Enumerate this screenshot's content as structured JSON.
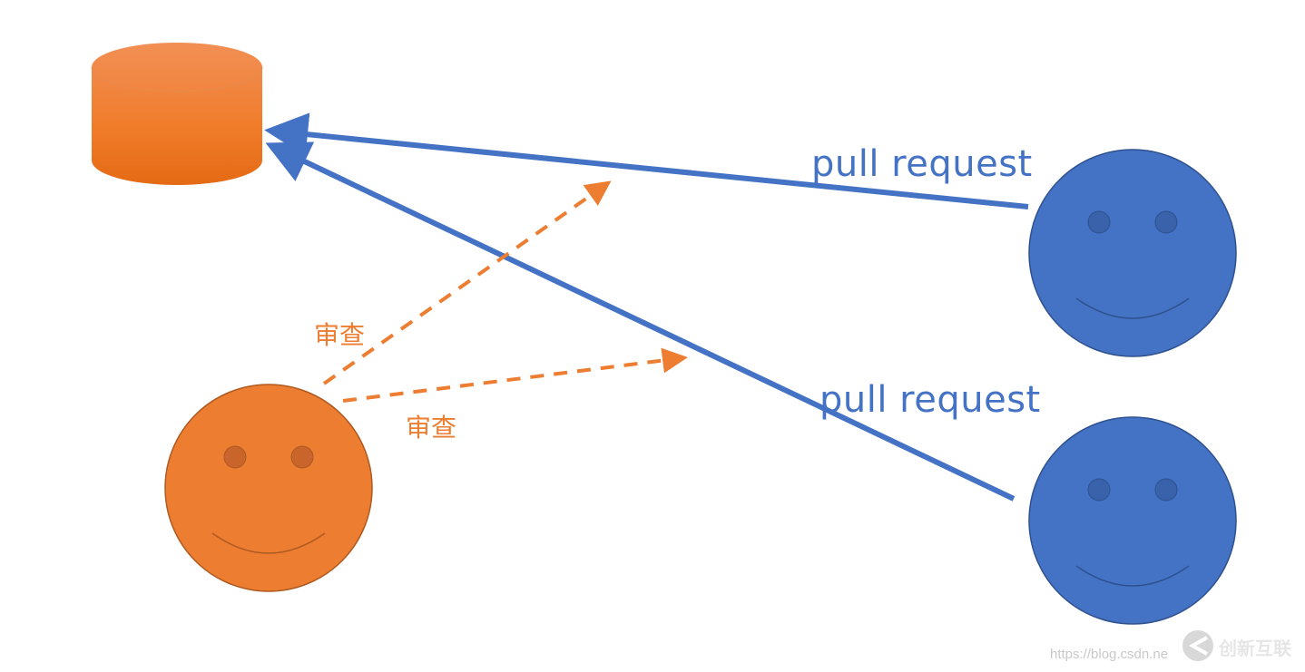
{
  "labels": {
    "pull_request_top": "pull request",
    "pull_request_bottom": "pull request",
    "review_upper": "审查",
    "review_lower": "审查"
  },
  "watermark": {
    "url": "https://blog.csdn.ne",
    "brand": "创新互联"
  },
  "colors": {
    "blue": "#4472c4",
    "blue_dark": "#2f528f",
    "orange": "#ed7d31",
    "orange_dark": "#ae5a21"
  }
}
